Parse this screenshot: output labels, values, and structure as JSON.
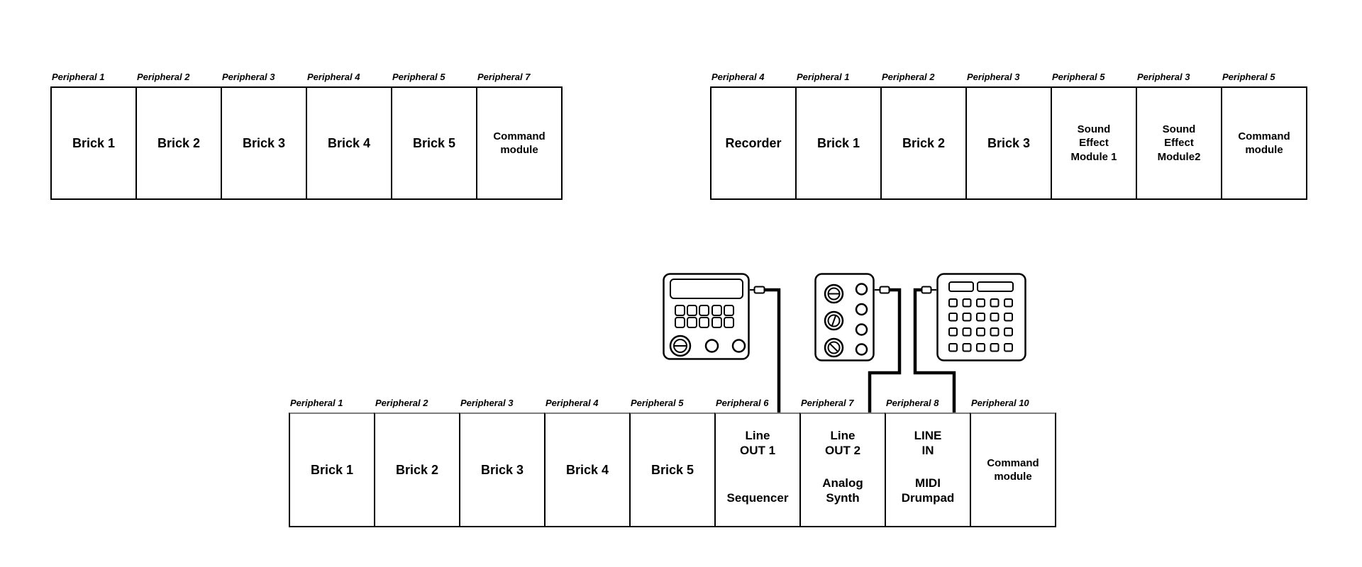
{
  "colors": {
    "stroke": "#000000",
    "background": "#ffffff",
    "bottom_row_top_border": "#7d7d7d"
  },
  "groups": {
    "top_left": {
      "boxes": [
        {
          "peripheral": "Peripheral 1",
          "title": "Brick 1"
        },
        {
          "peripheral": "Peripheral 2",
          "title": "Brick 2"
        },
        {
          "peripheral": "Peripheral 3",
          "title": "Brick 3"
        },
        {
          "peripheral": "Peripheral 4",
          "title": "Brick 4"
        },
        {
          "peripheral": "Peripheral 5",
          "title": "Brick 5"
        },
        {
          "peripheral": "Peripheral 7",
          "title": [
            "Command",
            "module"
          ]
        }
      ]
    },
    "top_right": {
      "boxes": [
        {
          "peripheral": "Peripheral 4",
          "title": "Recorder"
        },
        {
          "peripheral": "Peripheral 1",
          "title": "Brick 1"
        },
        {
          "peripheral": "Peripheral 2",
          "title": "Brick 2"
        },
        {
          "peripheral": "Peripheral 3",
          "title": "Brick 3"
        },
        {
          "peripheral": "Peripheral 5",
          "title": [
            "Sound",
            "Effect",
            "Module 1"
          ]
        },
        {
          "peripheral": "Peripheral 3",
          "title": [
            "Sound",
            "Effect",
            "Module2"
          ]
        },
        {
          "peripheral": "Peripheral 5",
          "title": [
            "Command",
            "module"
          ]
        }
      ]
    },
    "bottom": {
      "boxes": [
        {
          "peripheral": "Peripheral 1",
          "title": "Brick 1"
        },
        {
          "peripheral": "Peripheral 2",
          "title": "Brick 2"
        },
        {
          "peripheral": "Peripheral 3",
          "title": "Brick 3"
        },
        {
          "peripheral": "Peripheral 4",
          "title": "Brick 4"
        },
        {
          "peripheral": "Peripheral 5",
          "title": "Brick 5"
        },
        {
          "peripheral": "Peripheral 6",
          "port": [
            "Line",
            "OUT 1"
          ],
          "device": [
            "Sequencer"
          ]
        },
        {
          "peripheral": "Peripheral 7",
          "port": [
            "Line",
            "OUT 2"
          ],
          "device": [
            "Analog",
            "Synth"
          ]
        },
        {
          "peripheral": "Peripheral 8",
          "port": [
            "LINE",
            "IN"
          ],
          "device": [
            "MIDI",
            "Drumpad"
          ]
        },
        {
          "peripheral": "Peripheral 10",
          "title": [
            "Command",
            "module"
          ]
        }
      ]
    }
  }
}
